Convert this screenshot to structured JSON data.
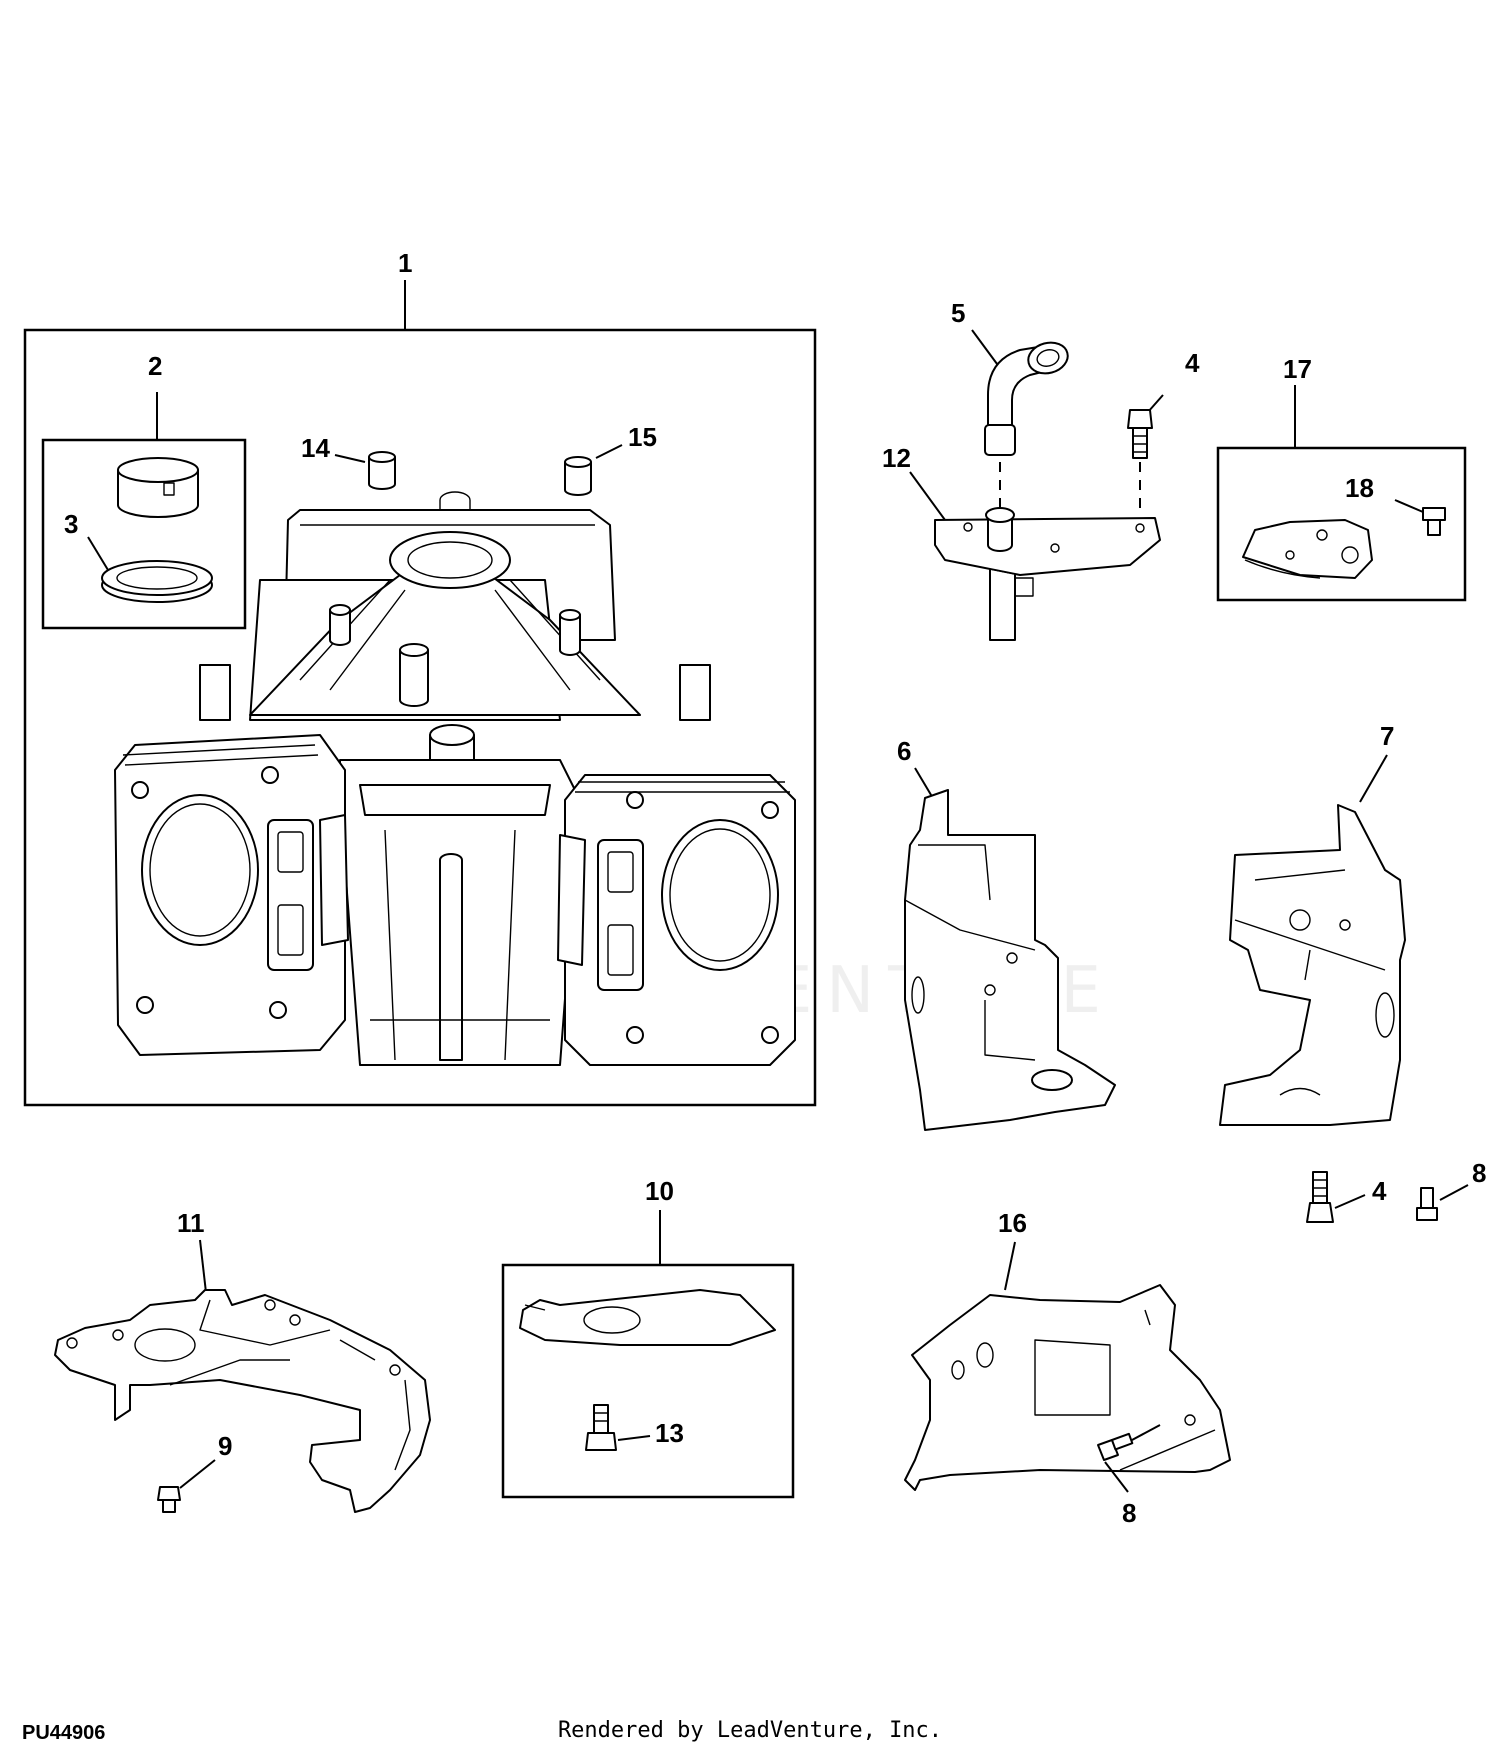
{
  "diagram": {
    "callouts": {
      "c1": "1",
      "c2": "2",
      "c3": "3",
      "c4a": "4",
      "c4b": "4",
      "c5": "5",
      "c6": "6",
      "c7": "7",
      "c8a": "8",
      "c8b": "8",
      "c9": "9",
      "c10": "10",
      "c11": "11",
      "c12": "12",
      "c13": "13",
      "c14": "14",
      "c15": "15",
      "c16": "16",
      "c17": "17",
      "c18": "18"
    },
    "watermark": "LEADVENTURE"
  },
  "footer": {
    "ref_code": "PU44906",
    "credit": "Rendered by LeadVenture, Inc."
  }
}
